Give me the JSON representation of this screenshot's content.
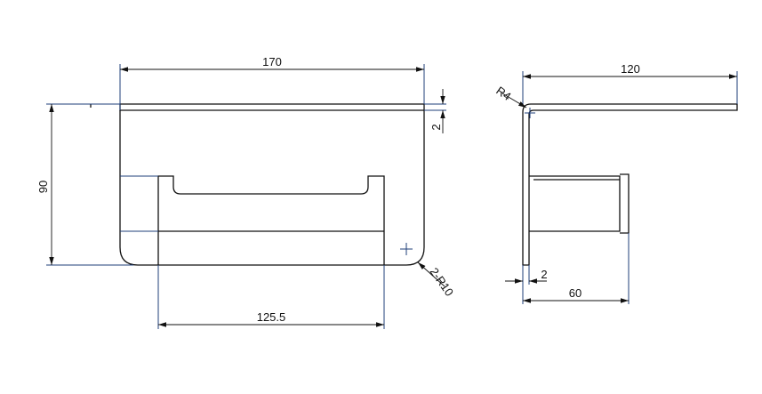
{
  "drawing": {
    "front_view": {
      "width_label": "170",
      "height_label": "90",
      "thickness_label": "2",
      "inner_width_label": "125.5",
      "radius_label": "2-R10"
    },
    "side_view": {
      "depth_label": "120",
      "bend_radius_label": "R4",
      "thickness_label": "2",
      "holder_depth_label": "60"
    },
    "colors": {
      "part_line": "#111111",
      "extension_line": "#1f3f7a"
    }
  }
}
